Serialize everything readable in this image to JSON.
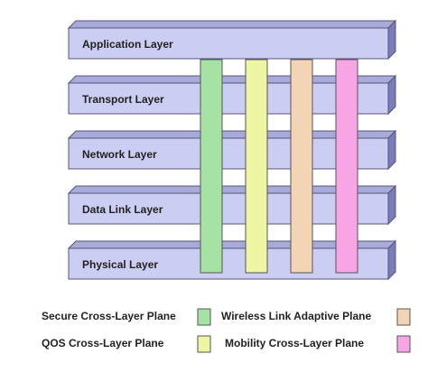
{
  "layers": [
    {
      "label": "Application Layer"
    },
    {
      "label": "Transport Layer"
    },
    {
      "label": "Network Layer"
    },
    {
      "label": "Data Link Layer"
    },
    {
      "label": "Physical Layer"
    }
  ],
  "layer_colors": {
    "front": "#cccdf2",
    "top": "#a8aad9",
    "side": "#7b7db8",
    "edge": "#555577"
  },
  "planes": [
    {
      "label": "Secure Cross-Layer Plane",
      "color": "#a5e2a3"
    },
    {
      "label": "Wireless Link Adaptive Plane",
      "color": "#f3d5b5"
    },
    {
      "label": "QOS Cross-Layer Plane",
      "color": "#eef5a2"
    },
    {
      "label": "Mobility Cross-Layer Plane",
      "color": "#f7a5e4"
    }
  ]
}
